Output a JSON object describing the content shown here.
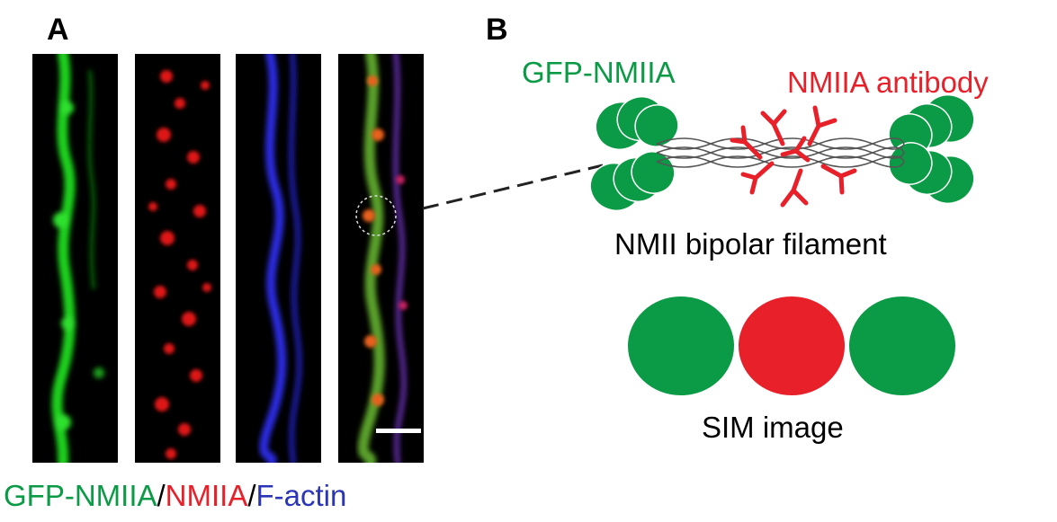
{
  "panel_a": {
    "label": "A",
    "caption": {
      "part1": "GFP-NMIIA",
      "sep1": "/",
      "part2": "NMIIA",
      "sep2": "/",
      "part3": "F-actin"
    }
  },
  "panel_b": {
    "label": "B",
    "gfp_label": "GFP-NMIIA",
    "antibody_label": "NMIIA antibody",
    "filament_label": "NMII bipolar filament",
    "sim_label": "SIM image"
  },
  "colors": {
    "green": "#0b9a45",
    "red": "#e8202a",
    "blue": "#2a35b8",
    "black": "#000000"
  }
}
